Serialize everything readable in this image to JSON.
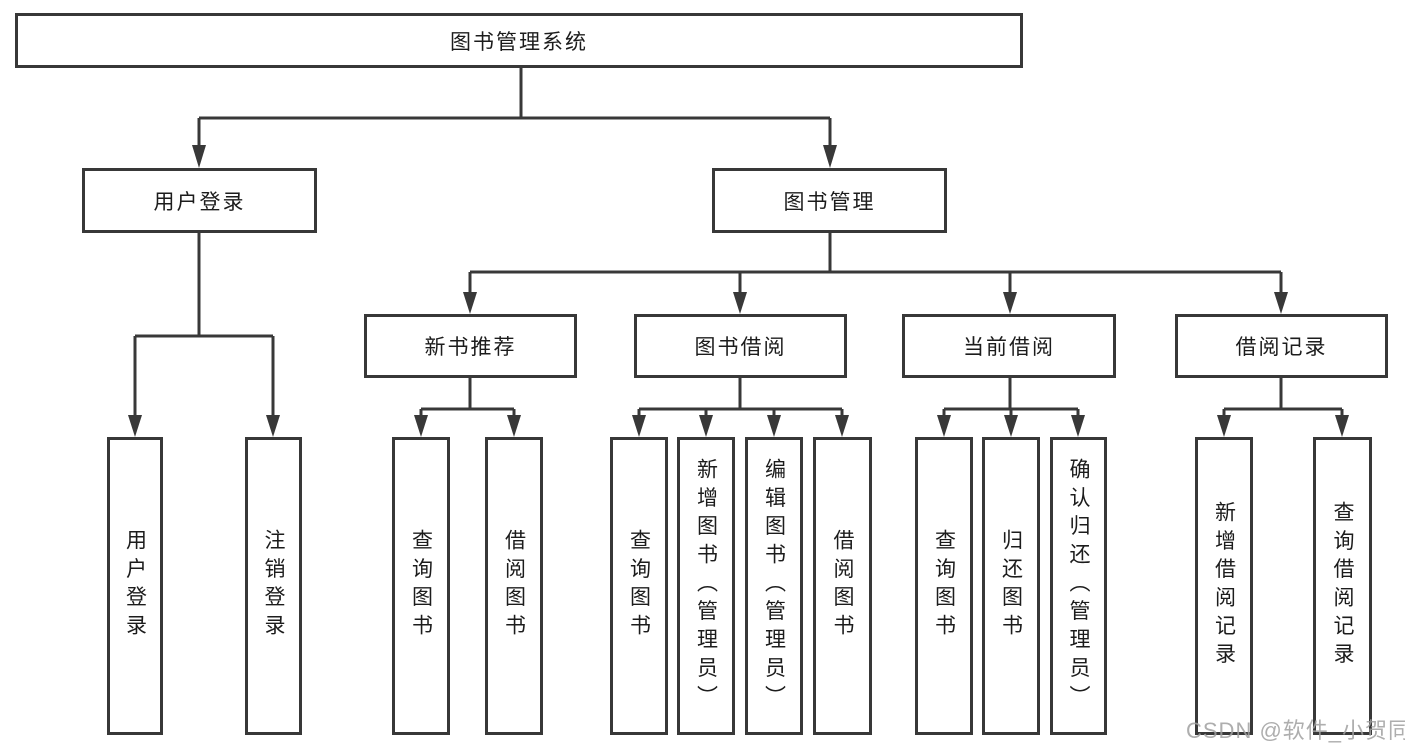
{
  "tree": {
    "label": "图书管理系统",
    "children": [
      {
        "label": "用户登录",
        "children": [
          {
            "label": "用户登录"
          },
          {
            "label": "注销登录"
          }
        ]
      },
      {
        "label": "图书管理",
        "children": [
          {
            "label": "新书推荐",
            "children": [
              {
                "label": "查询图书"
              },
              {
                "label": "借阅图书"
              }
            ]
          },
          {
            "label": "图书借阅",
            "children": [
              {
                "label": "查询图书"
              },
              {
                "label": "新增图书（管理员）"
              },
              {
                "label": "编辑图书（管理员）"
              },
              {
                "label": "借阅图书"
              }
            ]
          },
          {
            "label": "当前借阅",
            "children": [
              {
                "label": "查询图书"
              },
              {
                "label": "归还图书"
              },
              {
                "label": "确认归还（管理员）"
              }
            ]
          },
          {
            "label": "借阅记录",
            "children": [
              {
                "label": "新增借阅记录"
              },
              {
                "label": "查询借阅记录"
              }
            ]
          }
        ]
      }
    ]
  },
  "watermark": "CSDN @软件_小贺同学",
  "colors": {
    "line": "#383838",
    "text": "#1c1c1c",
    "watermark": "#a0a0a0",
    "background": "#ffffff"
  }
}
